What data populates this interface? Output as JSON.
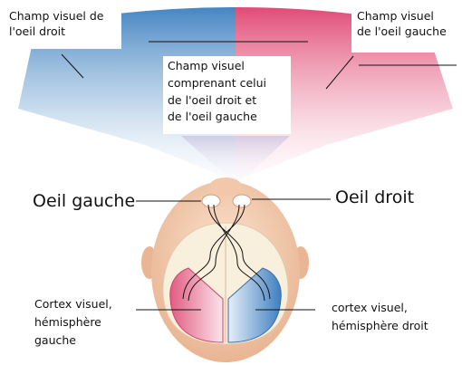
{
  "labels": {
    "left_field": [
      "Champ visuel de",
      "l'oeil droit"
    ],
    "right_field": [
      "Champ visuel",
      "de l'oeil gauche"
    ],
    "both_field": [
      "Champ visuel",
      "comprenant celui",
      "de l'oeil droit et",
      "de l'oeil gauche"
    ],
    "eye_left": "Oeil gauche",
    "eye_right": "Oeil droit",
    "cortex_left": [
      "Cortex visuel,",
      "hémisphère",
      "gauche"
    ],
    "cortex_right": [
      "cortex visuel,",
      "hémisphère droit"
    ]
  },
  "colors": {
    "blue": "#3b7fc0",
    "pink": "#e0416e",
    "skin": "#f2c1a0",
    "brain": "#f5ecd9"
  }
}
